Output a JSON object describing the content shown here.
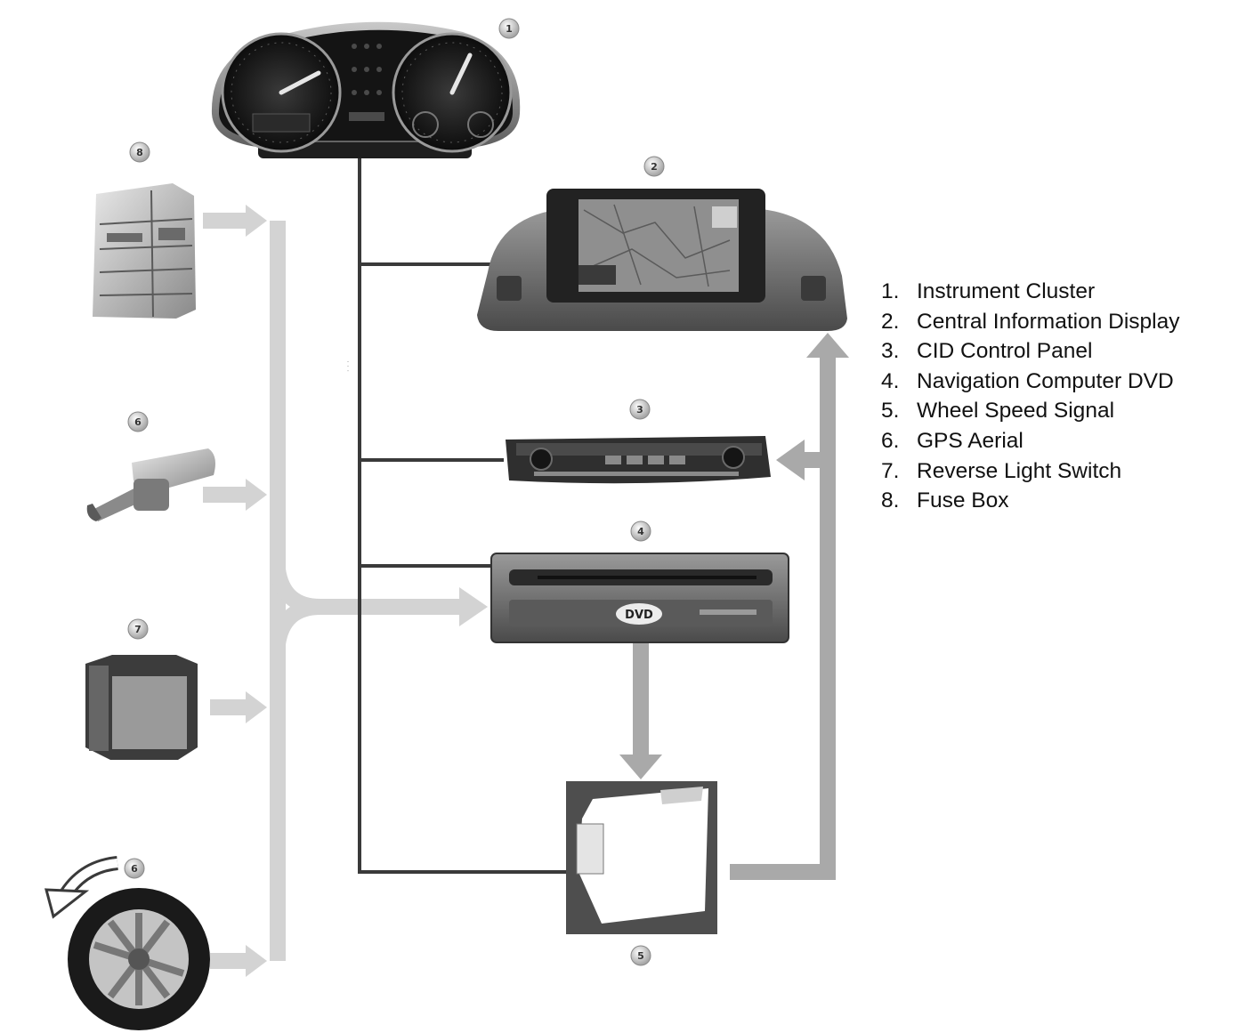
{
  "diagram": {
    "component_numbers": [
      "1",
      "2",
      "3",
      "4",
      "5",
      "6",
      "7",
      "8"
    ],
    "dvd_badge": "DVD",
    "colors": {
      "bus_line": "#3a3a3a",
      "signal_arrow_light": "#d3d3d3",
      "signal_arrow_dark": "#a9a9a9",
      "component_dark": "#2b2b2b",
      "component_mid": "#7a7a7a"
    },
    "components": [
      {
        "number": "1",
        "icon": "instrument-cluster-icon"
      },
      {
        "number": "2",
        "icon": "central-information-display-icon"
      },
      {
        "number": "3",
        "icon": "cid-control-panel-icon"
      },
      {
        "number": "4",
        "icon": "navigation-computer-dvd-icon"
      },
      {
        "number": "5",
        "icon": "wheel-speed-module-icon"
      },
      {
        "number": "6",
        "icon": "gps-aerial-icon"
      },
      {
        "number": "7",
        "icon": "reverse-light-switch-icon"
      },
      {
        "number": "8",
        "icon": "fuse-box-icon"
      },
      {
        "number": "6",
        "icon": "wheel-icon"
      }
    ]
  },
  "legend": {
    "items": [
      {
        "num": "1.",
        "label": "Instrument Cluster"
      },
      {
        "num": "2.",
        "label": "Central Information Display"
      },
      {
        "num": "3.",
        "label": "CID Control Panel"
      },
      {
        "num": "4.",
        "label": "Navigation Computer DVD"
      },
      {
        "num": "5.",
        "label": "Wheel Speed Signal"
      },
      {
        "num": "6.",
        "label": "GPS Aerial"
      },
      {
        "num": "7.",
        "label": "Reverse Light Switch"
      },
      {
        "num": "8.",
        "label": "Fuse Box"
      }
    ]
  }
}
